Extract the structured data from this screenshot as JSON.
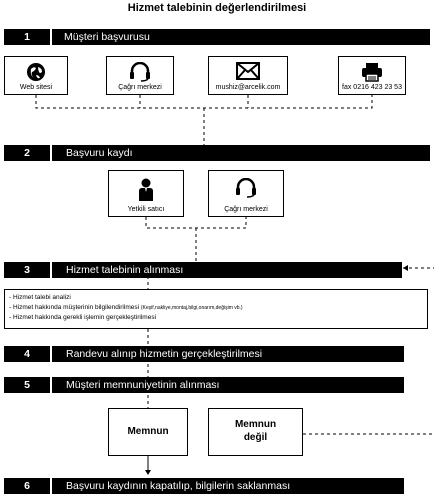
{
  "title": "Hizmet talebinin değerlendirilmesi",
  "steps": [
    {
      "num": "1",
      "label": "Müşteri başvurusu"
    },
    {
      "num": "2",
      "label": "Başvuru kaydı"
    },
    {
      "num": "3",
      "label": "Hizmet talebinin alınması"
    },
    {
      "num": "4",
      "label": "Randevu alınıp hizmetin gerçekleştirilmesi"
    },
    {
      "num": "5",
      "label": "Müşteri memnuniyetinin alınması"
    },
    {
      "num": "6",
      "label": "Başvuru kaydının kapatılıp, bilgilerin saklanması"
    }
  ],
  "channels": [
    {
      "label": "Web sitesi",
      "icon": "globe-icon"
    },
    {
      "label": "Çağrı merkezi",
      "icon": "headset-icon"
    },
    {
      "label": "mushiz@arcelik.com",
      "icon": "envelope-icon"
    },
    {
      "label": "fax 0216 423 23 53",
      "icon": "fax-icon"
    }
  ],
  "records": [
    {
      "label": "Yetkili satıcı",
      "icon": "person-icon"
    },
    {
      "label": "Çağrı merkezi",
      "icon": "headset-icon"
    }
  ],
  "notes": [
    "- Hizmet talebi analizi",
    "- Hizmet hakkında müşterinin bilgilendirilmesi",
    "(Keşif,nakliye,montaj,bilgi,onarım,değişim vb.)",
    "- Hizmet hakkında gerekli işlemin gerçekleştirilmesi"
  ],
  "satisfaction": {
    "yes": "Memnun",
    "no_line1": "Memnun",
    "no_line2": "değil"
  }
}
